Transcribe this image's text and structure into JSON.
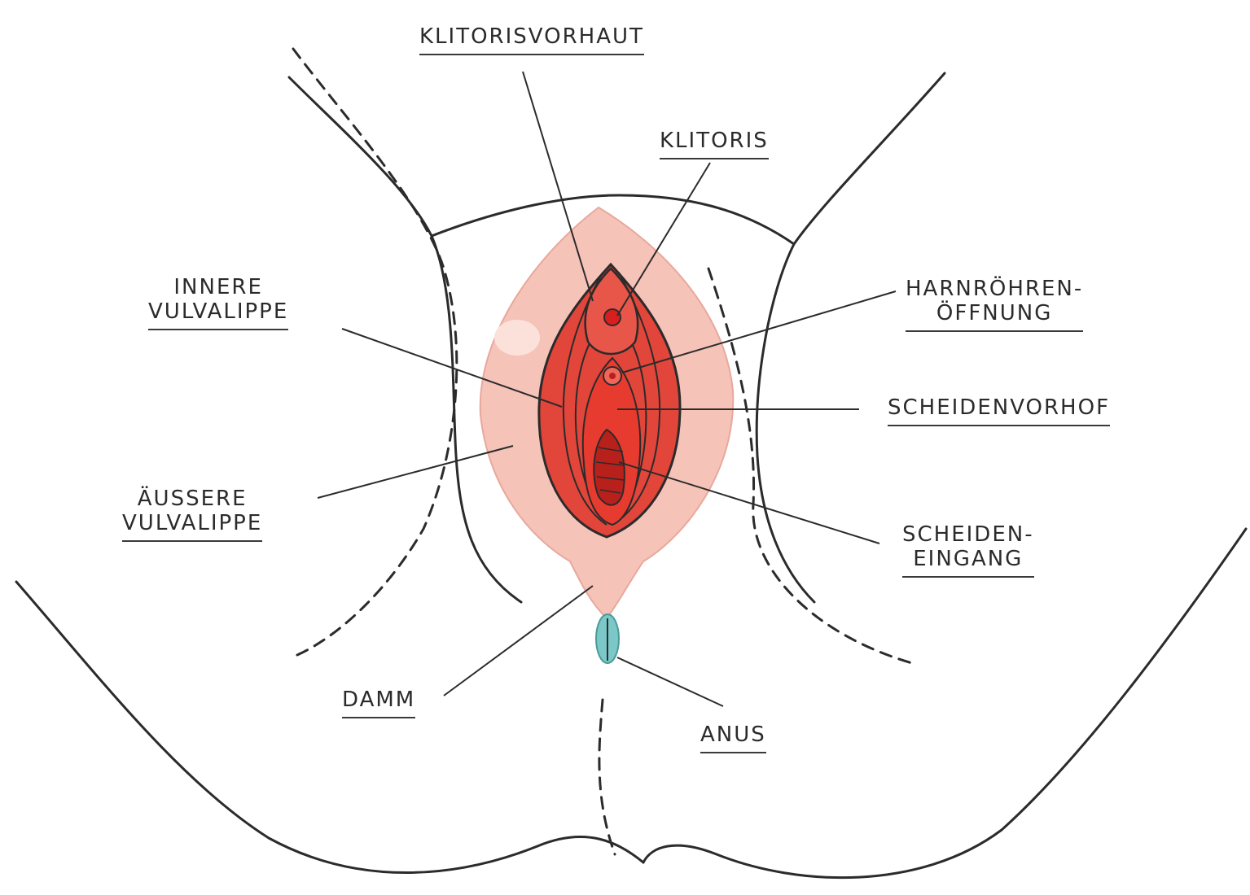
{
  "colors": {
    "ink": "#2b2b2b",
    "outer_labia": "#f5c3b8",
    "inner_labia": "#e2453a",
    "vestibule": "#e73b30",
    "vaginal_opening": "#b8201c",
    "anus": "#7cc7c7"
  },
  "labels": {
    "klitorisvorhaut": "KLITORISVORHAUT",
    "klitoris": "KLITORIS",
    "innere_vulvalippe": [
      "INNERE",
      "VULVALIPPE"
    ],
    "harnroehrenoeffnung": [
      "HARNRÖHREN-",
      "ÖFFNUNG"
    ],
    "scheidenvorhof": "SCHEIDENVORHOF",
    "aeussere_vulvalippe": [
      "ÄUßERE",
      "VULVALIPPE"
    ],
    "scheideneingang": [
      "SCHEIDEN-",
      "EINGANG"
    ],
    "damm": "DAMM",
    "anus": "ANUS"
  }
}
